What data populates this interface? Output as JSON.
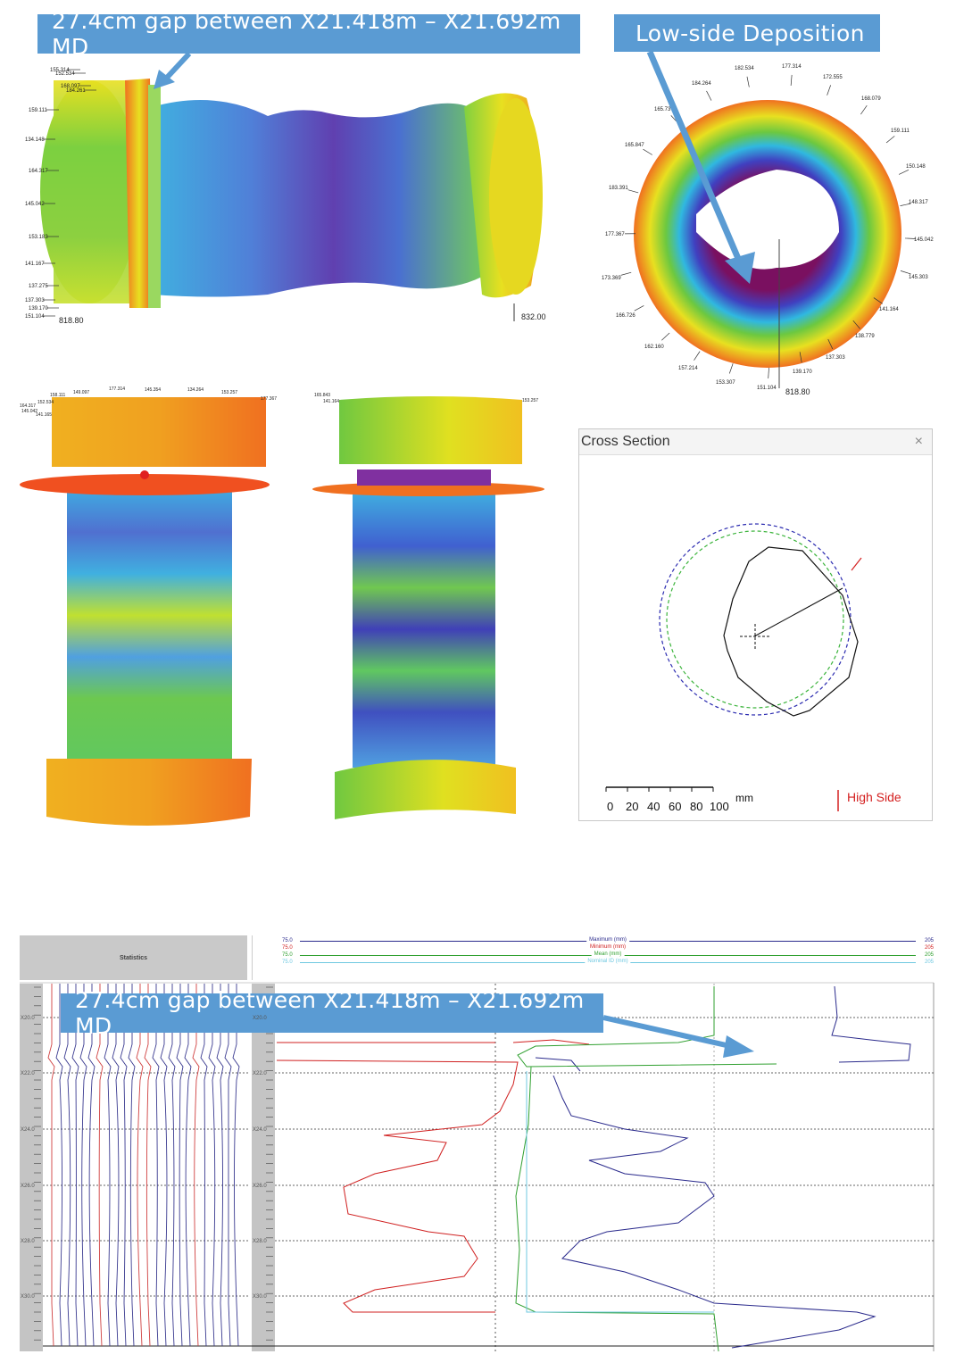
{
  "callouts": {
    "gap_top": "27.4cm gap between X21.418m – X21.692m MD",
    "low_side": "Low-side Deposition",
    "gap_log": "27.4cm gap between X21.418m – X21.692m MD"
  },
  "side_view": {
    "left_labels": [
      "155.314",
      "152.534",
      "168.097",
      "184.261",
      "159.111",
      "134.148",
      "164.317",
      "145.042",
      "153.183",
      "141.167",
      "137.275",
      "137.303",
      "139.170",
      "151.104"
    ],
    "depth_start": "818.80",
    "depth_end": "832.00"
  },
  "end_view": {
    "radius_labels": [
      "182.534",
      "177.314",
      "172.555",
      "184.264",
      "168.079",
      "165.737",
      "159.111",
      "165.847",
      "150.148",
      "183.391",
      "148.317",
      "177.367",
      "145.042",
      "173.369",
      "145.303",
      "166.726",
      "141.164",
      "162.160",
      "138.779",
      "157.214",
      "137.303",
      "153.307",
      "139.170",
      "151.104"
    ],
    "depth": "818.80"
  },
  "vertical_views": {
    "labels_a": [
      "158.111",
      "149.097",
      "177.314",
      "145.354",
      "134.264",
      "153.257",
      "152.534",
      "164.317",
      "177.367",
      "145.042",
      "141.165"
    ],
    "labels_b": [
      "165.843",
      "141.164",
      "153.257"
    ]
  },
  "cross_section": {
    "title": "Cross Section",
    "close": "×",
    "scale_ticks": [
      "0",
      "20",
      "40",
      "60",
      "80",
      "100"
    ],
    "scale_unit": "mm",
    "high_side": "High Side",
    "colors": {
      "outer_circle": "#2b2bb0",
      "inner_circle": "#3cb43c",
      "profile": "#111111",
      "high_side": "#d42020"
    }
  },
  "log": {
    "statistics_label": "Statistics",
    "curves": [
      {
        "name": "Maximum (mm)",
        "min": "75.0",
        "max": "205",
        "color": "#2a2a8c"
      },
      {
        "name": "Minimum (mm)",
        "min": "75.0",
        "max": "205",
        "color": "#d02020"
      },
      {
        "name": "Mean (mm)",
        "min": "75.0",
        "max": "205",
        "color": "#30a030"
      },
      {
        "name": "Nominal ID (mm)",
        "min": "75.0",
        "max": "205",
        "color": "#6fc8e0"
      }
    ],
    "depths": [
      "X20.0",
      "X22.0",
      "X24.0",
      "X26.0",
      "X28.0",
      "X30.0"
    ]
  }
}
